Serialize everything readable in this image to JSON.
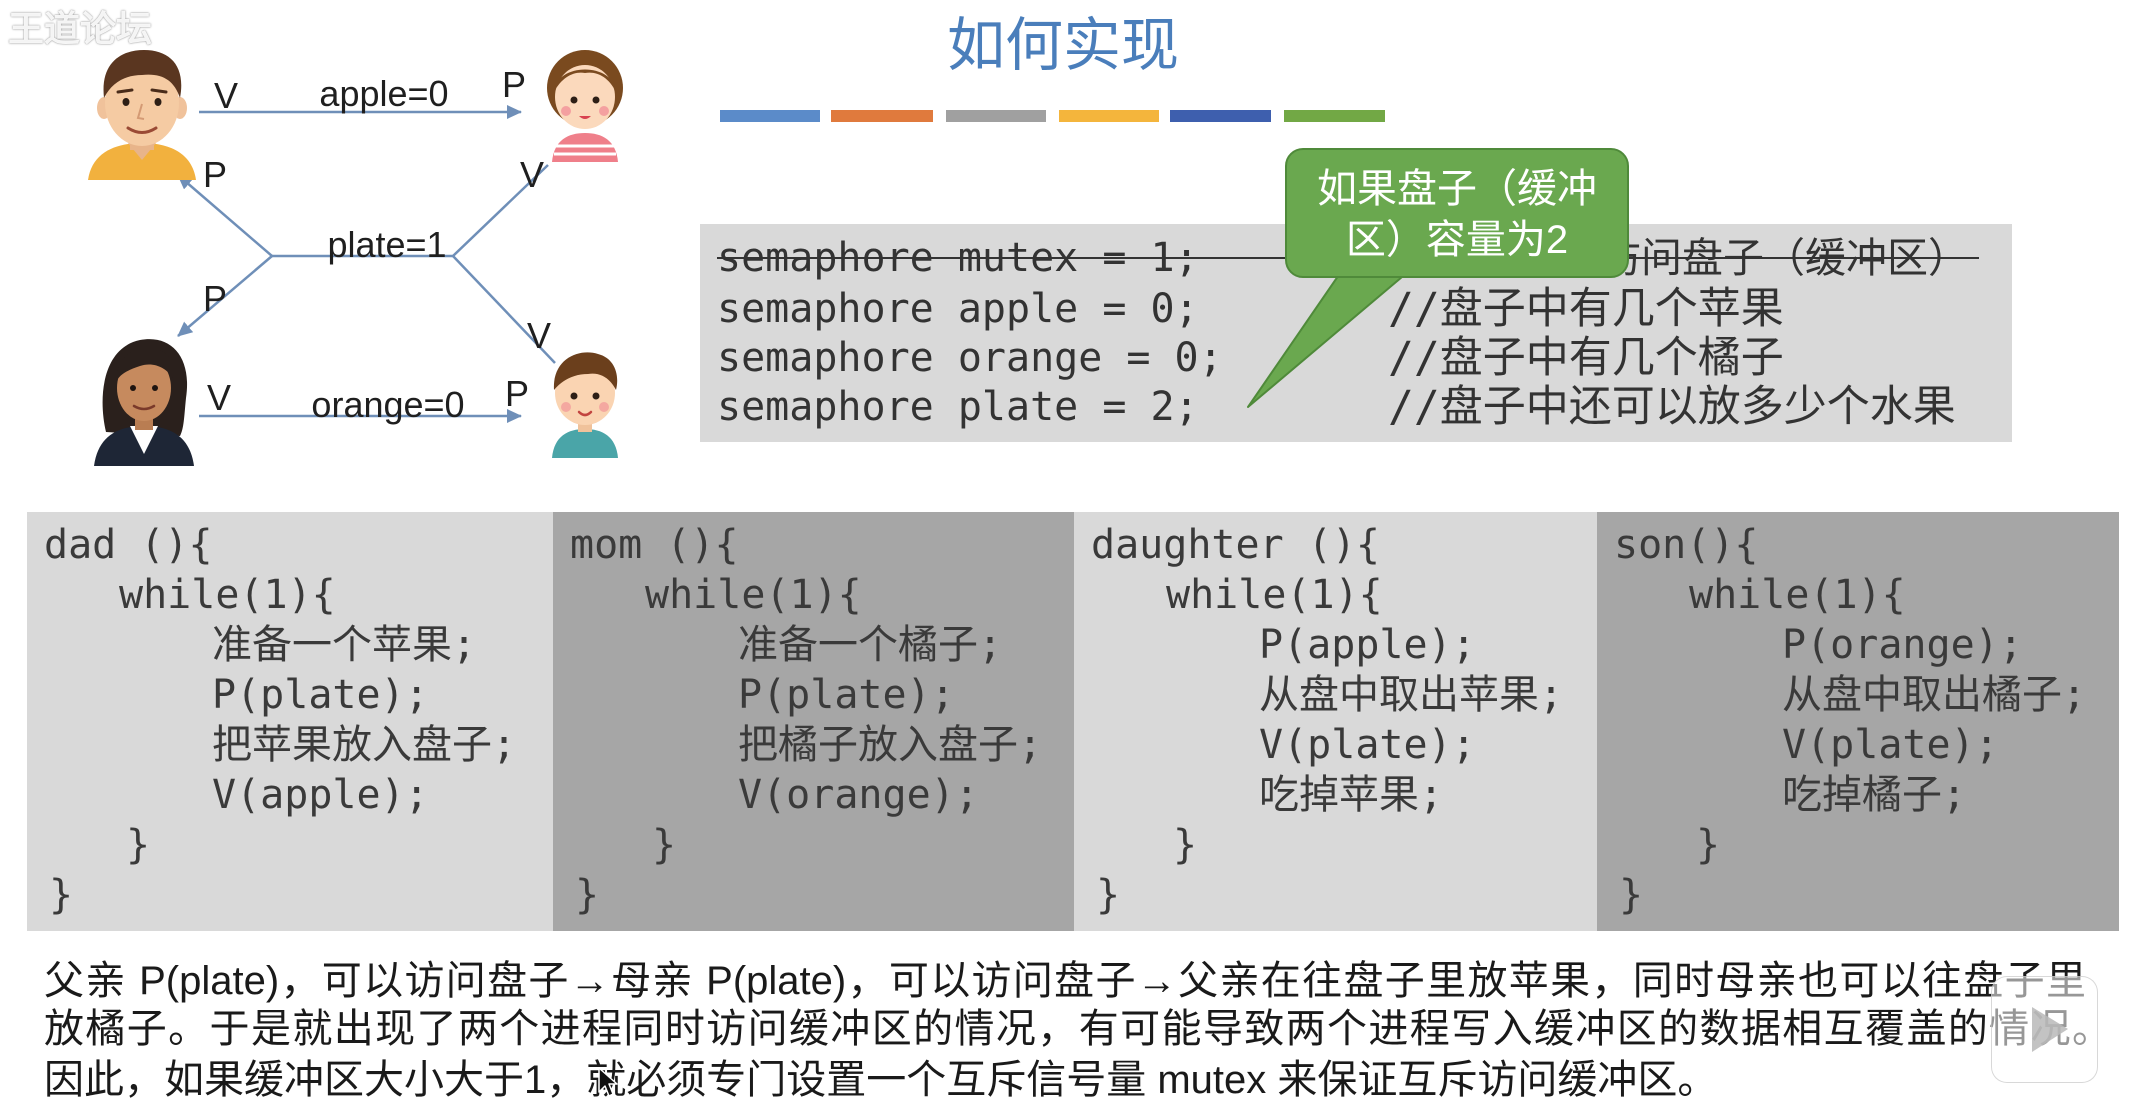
{
  "watermark": "王道论坛",
  "title": "如何实现",
  "colors": {
    "title": "#4a7ebb",
    "strips": [
      "#5b8bc9",
      "#e07a3d",
      "#a0a0a0",
      "#f4b53c",
      "#3e5fae",
      "#72a845"
    ],
    "bubble": "#6aa84f",
    "panel_light": "#d9d9d9",
    "panel_dark": "#a6a6a6",
    "arrow": "#6f8fb8"
  },
  "icons": {
    "avatars": [
      "dad-avatar-icon",
      "daughter-avatar-icon",
      "mom-avatar-icon",
      "son-avatar-icon"
    ],
    "play": "play-icon",
    "cursor": "mouse-cursor-icon"
  },
  "diagram": {
    "top_arrow": {
      "left_label": "V",
      "value": "apple=0",
      "right_label": "P"
    },
    "plate": {
      "value": "plate=1",
      "dad_label": "P",
      "mom_label": "P",
      "daughter_label": "V",
      "son_label": "V"
    },
    "bottom_arrow": {
      "left_label": "V",
      "value": "orange=0",
      "right_label": "P"
    }
  },
  "semaphores": [
    {
      "code": "semaphore mutex = 1;",
      "comment": "访问盘子（缓冲区）",
      "struck": true
    },
    {
      "code": "semaphore apple = 0;",
      "comment": "//盘子中有几个苹果"
    },
    {
      "code": "semaphore orange = 0;",
      "comment": "//盘子中有几个橘子"
    },
    {
      "code": "semaphore plate = 2;",
      "comment": "//盘子中还可以放多少个水果"
    }
  ],
  "bubble": {
    "lines": [
      "如果盘子（缓冲",
      "区）容量为2"
    ]
  },
  "panels": [
    {
      "lines": [
        "dad (){",
        "while(1){",
        "准备一个苹果;",
        "P(plate);",
        "把苹果放入盘子;",
        "V(apple);",
        "}",
        "}"
      ]
    },
    {
      "lines": [
        "mom (){",
        "while(1){",
        "准备一个橘子;",
        "P(plate);",
        "把橘子放入盘子;",
        "V(orange);",
        "}",
        "}"
      ]
    },
    {
      "lines": [
        "daughter (){",
        "while(1){",
        "P(apple);",
        "从盘中取出苹果;",
        "V(plate);",
        "吃掉苹果;",
        "}",
        "}"
      ]
    },
    {
      "lines": [
        "son(){",
        "while(1){",
        "P(orange);",
        "从盘中取出橘子;",
        "V(plate);",
        "吃掉橘子;",
        "}",
        "}"
      ]
    }
  ],
  "explanation": {
    "lines": [
      "父亲 P(plate)，可以访问盘子→母亲 P(plate)，可以访问盘子→父亲在往盘子里放苹果，同时母亲也可以往盘子里",
      "放橘子。于是就出现了两个进程同时访问缓冲区的情况，有可能导致两个进程写入缓冲区的数据相互覆盖的情况。",
      "因此，如果缓冲区大小大于1，就必须专门设置一个互斥信号量 mutex 来保证互斥访问缓冲区。"
    ]
  }
}
